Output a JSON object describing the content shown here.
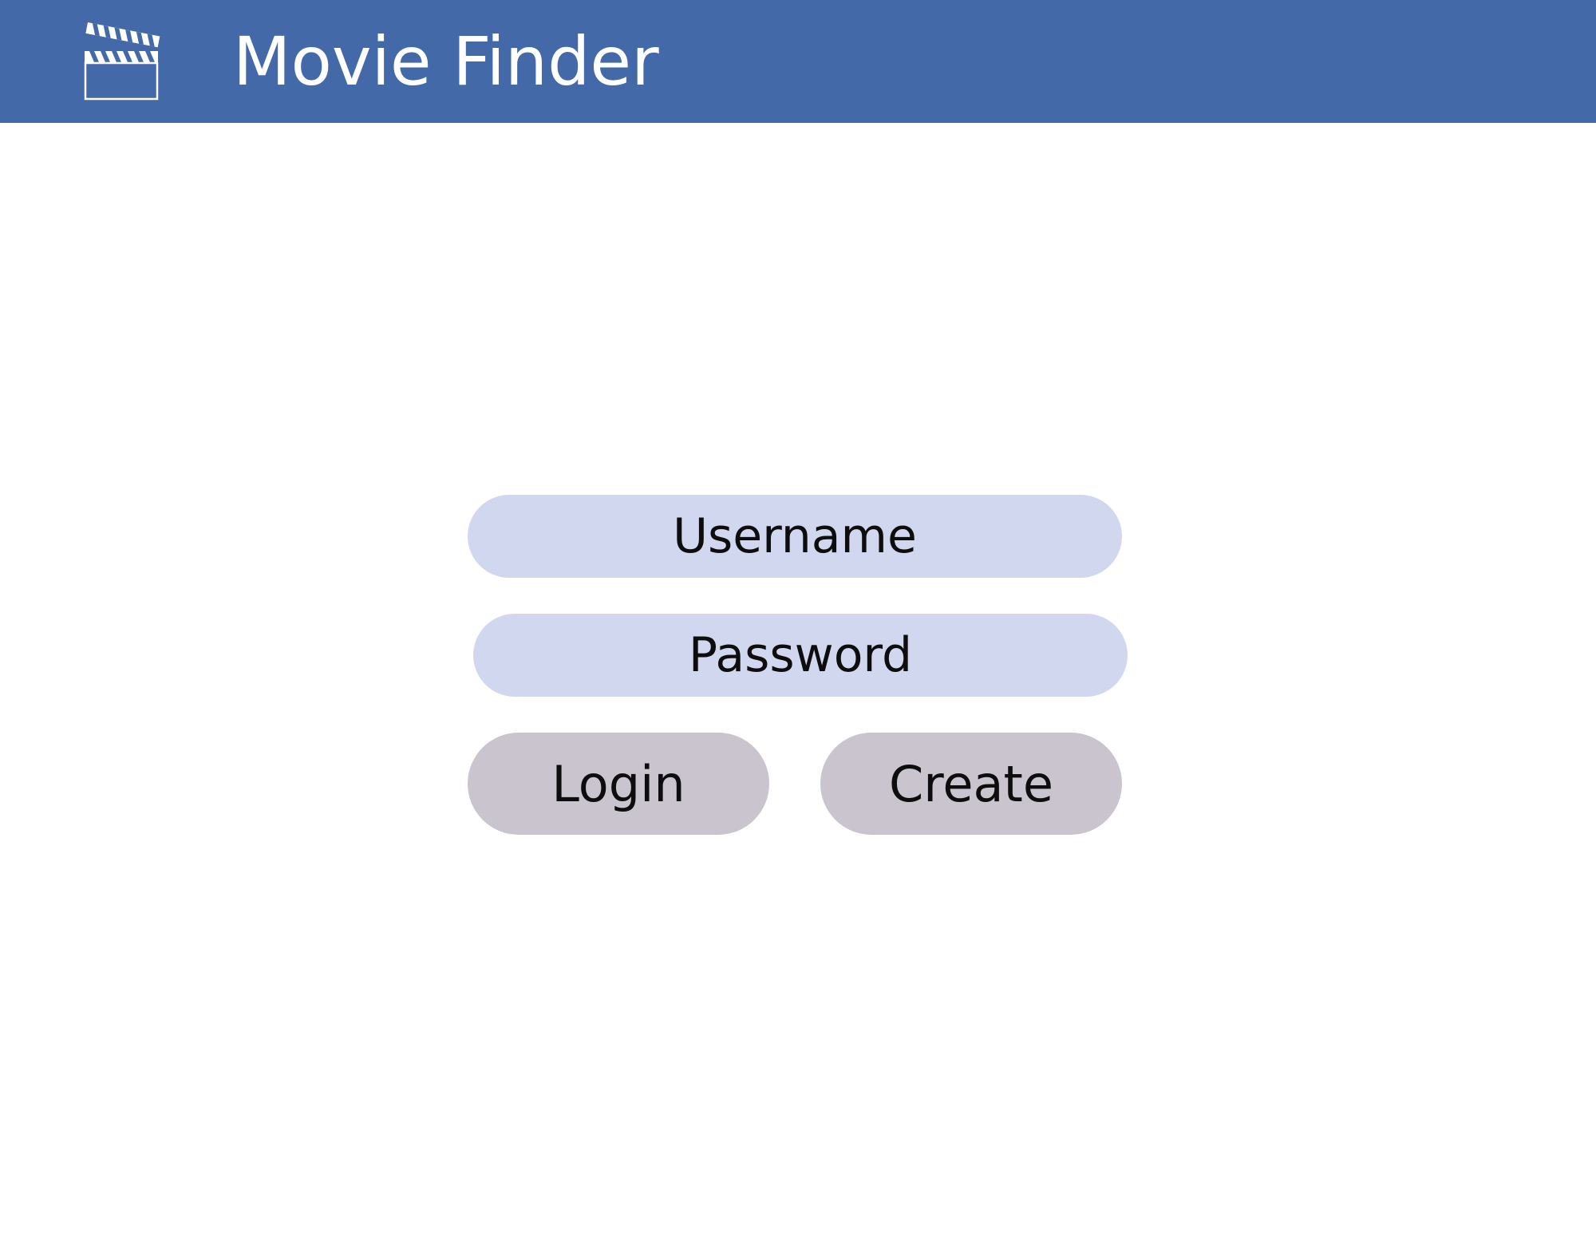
{
  "app": {
    "title": "Movie Finder",
    "logo_icon": "clapperboard-icon"
  },
  "colors": {
    "header_bg": "#4369a8",
    "field_bg": "#d1d7ef",
    "button_bg": "#c9c4ce",
    "text": "#0d0d0d"
  },
  "form": {
    "username_placeholder": "Username",
    "password_placeholder": "Password",
    "login_label": "Login",
    "create_label": "Create"
  }
}
